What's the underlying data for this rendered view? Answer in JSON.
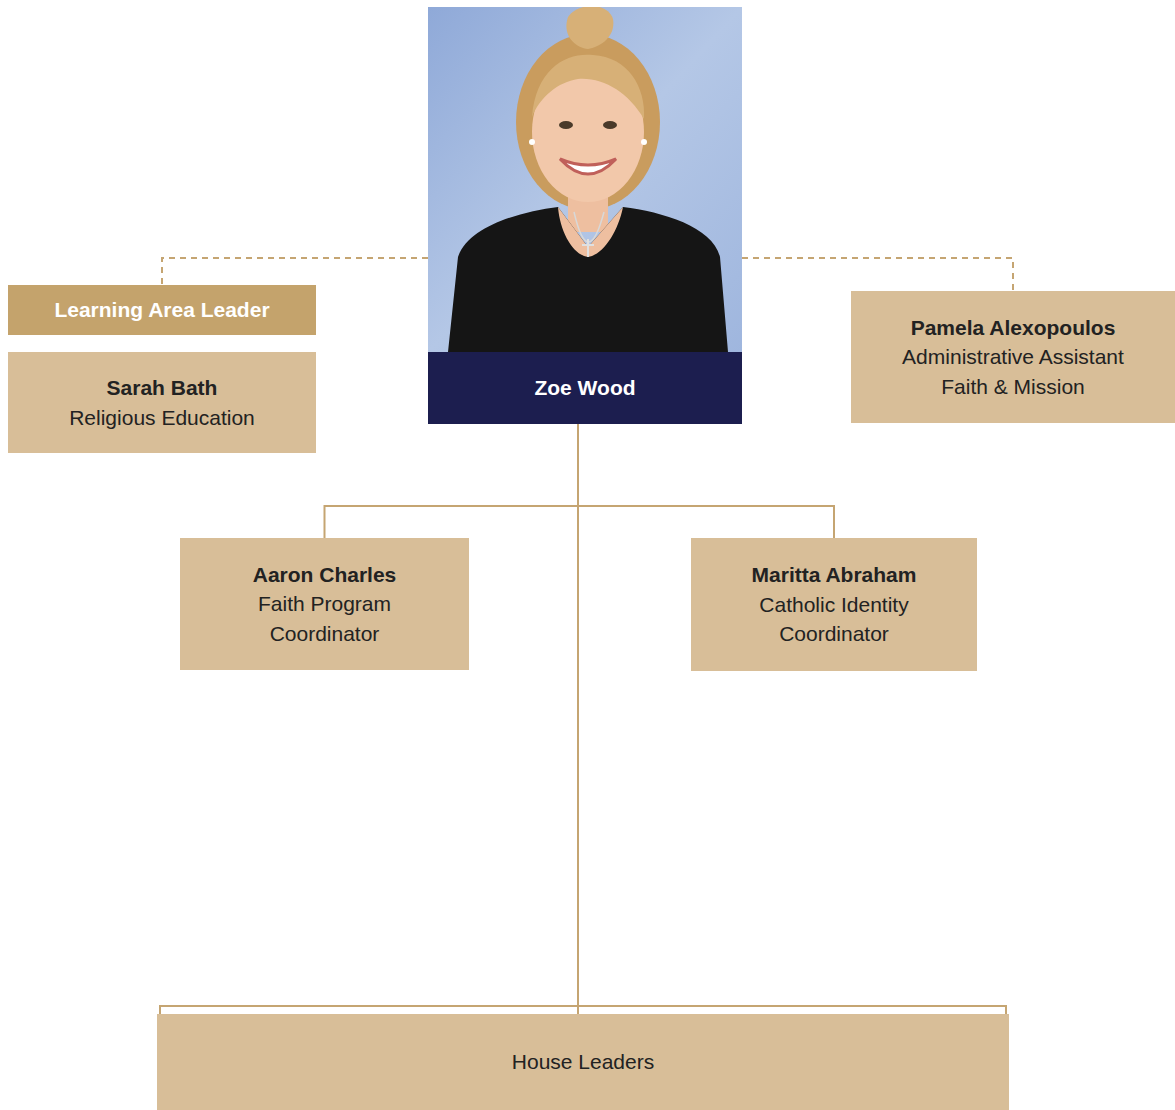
{
  "diagram": {
    "nodes": [
      {
        "text": [
          "Zoe Wood"
        ]
      },
      {
        "text": [
          "Learning Area Leader"
        ]
      },
      {
        "text": [
          "Sarah Bath",
          "Religious Education"
        ]
      },
      {
        "text": [
          "Pamela Alexopoulos",
          "Administrative Assistant Faith & Mission"
        ]
      },
      {
        "text": [
          "Aaron Charles",
          "Faith Program Coordinator"
        ]
      },
      {
        "text": [
          "Maritta Abraham",
          "Catholic Identity Coordinator"
        ]
      },
      {
        "text": [
          "House Leaders"
        ]
      }
    ],
    "edges": [
      {
        "from": 0,
        "to": 1,
        "arrow": "none"
      },
      {
        "from": 0,
        "to": 3,
        "arrow": "none"
      },
      {
        "from": 0,
        "to": 4,
        "arrow": "none"
      },
      {
        "from": 0,
        "to": 5,
        "arrow": "none"
      },
      {
        "from": 0,
        "to": 6,
        "arrow": "none"
      }
    ]
  }
}
